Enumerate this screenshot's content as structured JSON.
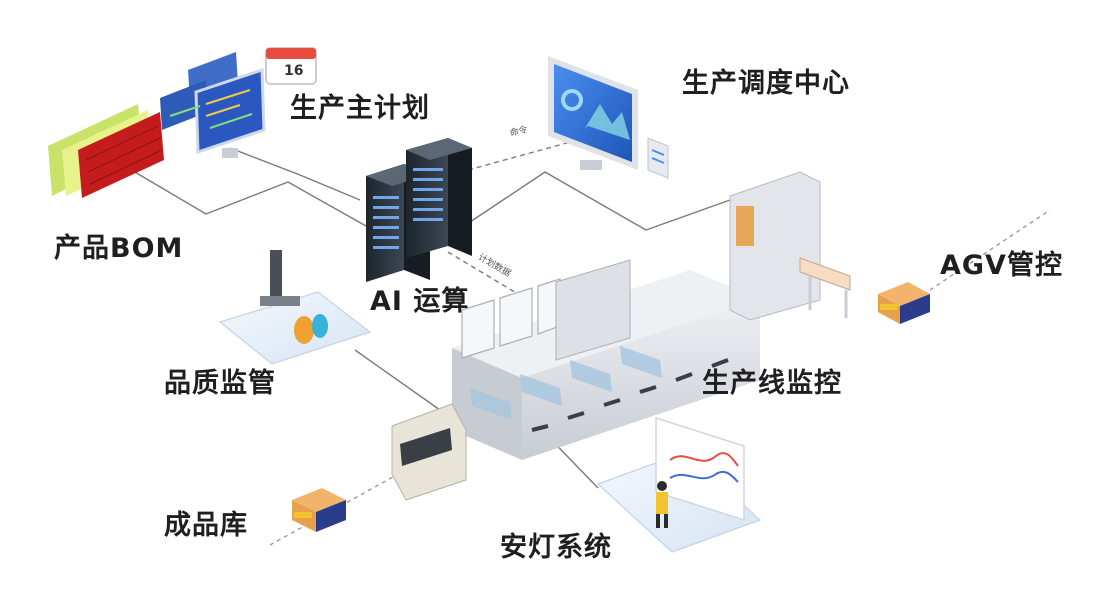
{
  "labels": {
    "production_plan": "生产主计划",
    "dispatch_center": "生产调度中心",
    "product_bom": "产品BOM",
    "ai_compute": "AI 运算",
    "agv_control": "AGV管控",
    "quality": "品质监管",
    "line_monitor": "生产线监控",
    "warehouse": "成品库",
    "andon": "安灯系统"
  },
  "link_labels": {
    "command": "命令",
    "plan_data": "计划数据"
  },
  "calendar_day": "16",
  "colors": {
    "label": "#1f1f1f",
    "line": "#7a7a7a",
    "server": "#2b3540",
    "screen_blue": "#3a6fd6",
    "machine": "#d9dde3",
    "agv_orange": "#e8a04a",
    "calendar_red": "#e74c3c"
  }
}
